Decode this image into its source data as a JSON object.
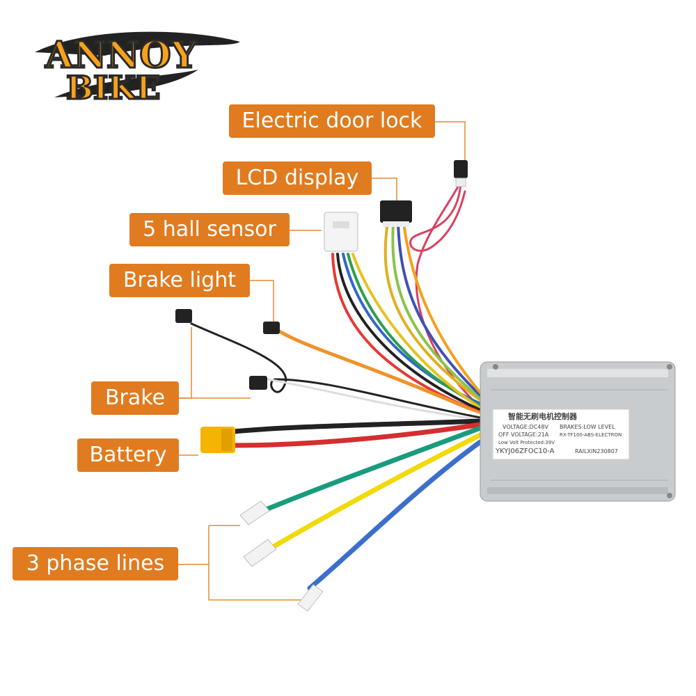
{
  "logo": {
    "line1": "ANNOY",
    "line2": "BIKE"
  },
  "labels": {
    "door_lock": "Electric door lock",
    "lcd": "LCD display",
    "hall": "5 hall sensor",
    "brake_light": "Brake light",
    "brake": "Brake",
    "battery": "Battery",
    "phase": "3 phase lines"
  },
  "controller": {
    "title_cn": "智能无刷电机控制器",
    "voltage": "VOLTAGE:DC48V",
    "off_voltage": "OFF VOLTAGE:21A",
    "low_volt": "Low Volt Protected:39V",
    "model": "YKYJ06ZFOC10-A",
    "brakes": "BRAKES:LOW LEVEL",
    "part": "RX-TF100-ABS-ELECTRON",
    "serial": "RAILXIN230807"
  },
  "colors": {
    "label_bg": "#E07B1F",
    "connector_line": "#E58A2E"
  }
}
